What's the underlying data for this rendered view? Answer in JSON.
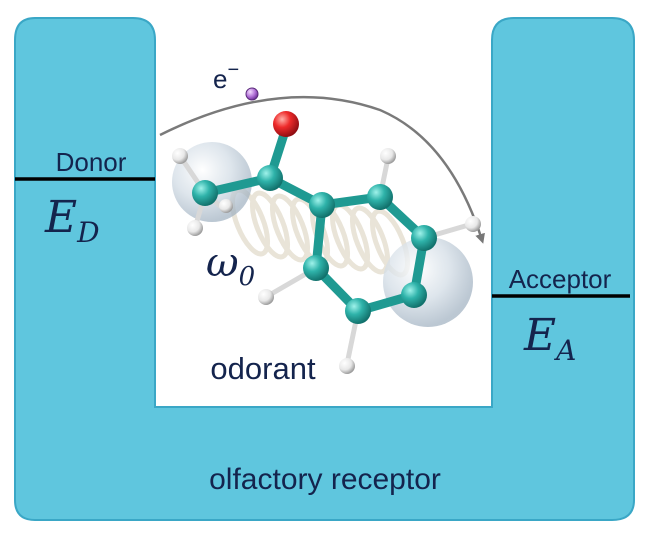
{
  "diagram": {
    "donor_label": "Donor",
    "donor_energy": "E",
    "donor_energy_sub": "D",
    "acceptor_label": "Acceptor",
    "acceptor_energy": "E",
    "acceptor_energy_sub": "A",
    "electron_label": "e",
    "electron_charge": "−",
    "omega_label": "ω",
    "omega_sub": "0",
    "odorant_label": "odorant",
    "receptor_label": "olfactory receptor"
  },
  "colors": {
    "receptor_fill": "#5fc6de",
    "receptor_stroke": "#3aa7c6",
    "text": "#14244d",
    "carbon": "#2aa9a1",
    "oxygen": "#e8202a",
    "hydrogen": "#f4f4f4",
    "electron": "#b06fd6",
    "spring": "#e6e1d4"
  }
}
